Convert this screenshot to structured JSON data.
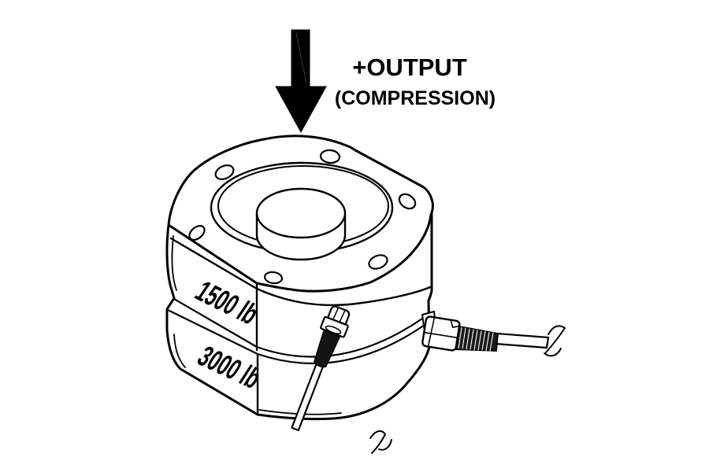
{
  "figure": {
    "background_color": "#ffffff",
    "line_color": "#000000",
    "sleeve_color": "#141414",
    "arrow": {
      "direction": "down",
      "label_line1": "+OUTPUT",
      "label_line2": "(COMPRESSION)"
    },
    "device": {
      "illustration": "load-cell-line-drawing",
      "capacity_labels": [
        "1500 lb",
        "3000 lb"
      ],
      "bolt_hole_count": 6,
      "cable_count": 2
    }
  }
}
